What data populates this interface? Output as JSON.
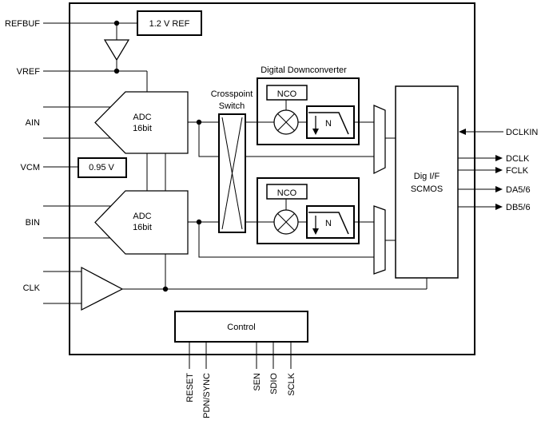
{
  "diagram_type": "functional-block-diagram",
  "colors": {
    "line": "#000000",
    "background": "#ffffff"
  },
  "pins": {
    "left": [
      {
        "label": "REFBUF"
      },
      {
        "label": "VREF"
      },
      {
        "label": "AIN"
      },
      {
        "label": "VCM"
      },
      {
        "label": "BIN"
      },
      {
        "label": "CLK"
      }
    ],
    "right": [
      {
        "label": "DCLKIN",
        "direction": "in"
      },
      {
        "label": "DCLK",
        "direction": "out"
      },
      {
        "label": "FCLK",
        "direction": "out"
      },
      {
        "label": "DA5/6",
        "direction": "out"
      },
      {
        "label": "DB5/6",
        "direction": "out"
      }
    ],
    "bottom": [
      {
        "label": "RESET"
      },
      {
        "label": "PDN/SYNC"
      },
      {
        "label": "SEN"
      },
      {
        "label": "SDIO"
      },
      {
        "label": "SCLK"
      }
    ]
  },
  "blocks": {
    "ref_1v2": {
      "label": "1.2 V REF"
    },
    "vcm_0v95": {
      "label": "0.95 V"
    },
    "adc_a": {
      "line1": "ADC",
      "line2": "16bit"
    },
    "adc_b": {
      "line1": "ADC",
      "line2": "16bit"
    },
    "crosspoint": {
      "line1": "Crosspoint",
      "line2": "Switch"
    },
    "ddc": {
      "title": "Digital Downconverter"
    },
    "nco_a": {
      "label": "NCO"
    },
    "nco_b": {
      "label": "NCO"
    },
    "decimation_a": {
      "label": "N"
    },
    "decimation_b": {
      "label": "N"
    },
    "dig_if": {
      "line1": "Dig I/F",
      "line2": "SCMOS"
    },
    "control": {
      "label": "Control"
    }
  }
}
